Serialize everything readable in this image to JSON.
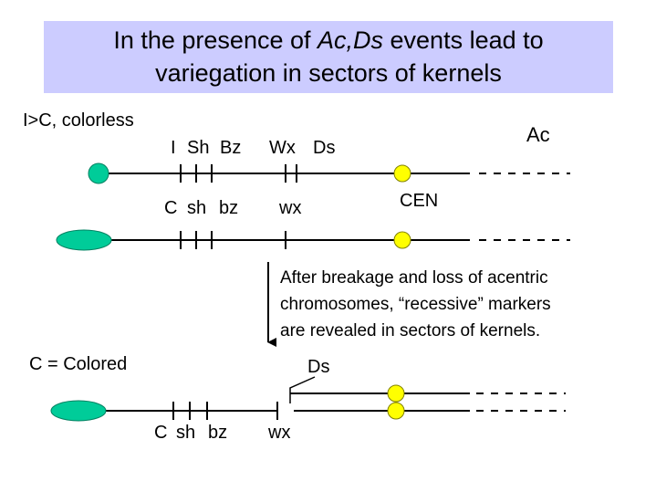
{
  "title": {
    "pre": "In the presence of ",
    "italic": "Ac,Ds",
    "post": " events lead to",
    "line2": "variegation in sectors of kernels"
  },
  "labels": {
    "genotype_top": "I>C, colorless",
    "ac": "Ac",
    "dominant_markers": [
      "I",
      "Sh",
      "Bz"
    ],
    "wx_upper": "Wx",
    "ds_upper": "Ds",
    "recessive_markers": [
      "C",
      "sh",
      "bz"
    ],
    "wx_lower": "wx",
    "cen": "CEN",
    "breakage_note": [
      "After breakage and loss of   acentric",
      "chromosomes, “recessive” markers",
      "are revealed in sectors of kernels."
    ],
    "colored": "C = Colored",
    "ds_bottom": "Ds",
    "bottom_markers": [
      "C",
      "sh",
      "bz"
    ],
    "wx_bottom": "wx"
  },
  "colors": {
    "title_bg": "#ccccff",
    "knob_green": "#00cc99",
    "centromere_yellow": "#ffff00"
  }
}
